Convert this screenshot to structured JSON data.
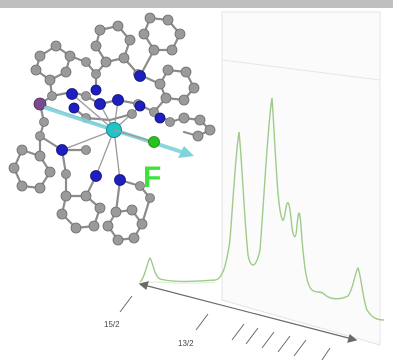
{
  "figure": {
    "atom_label": "F",
    "axis_ticks": [
      {
        "label": "15/2"
      },
      {
        "label": "13/2"
      }
    ],
    "colors": {
      "top_band": "#bfbfbf",
      "carbon": "#9a9a9a",
      "nitrogen": "#1f1fbf",
      "phosphorus": "#7a4a8a",
      "metal_center": "#22c3c8",
      "fluorine": "#27c21e",
      "fluorine_label": "#3fe23a",
      "anisotropy_arrow": "#7fd3dc",
      "spectrum_line": "#9ecb8a",
      "axis": "#6a6a6a",
      "back_panel": "#ececec"
    }
  }
}
